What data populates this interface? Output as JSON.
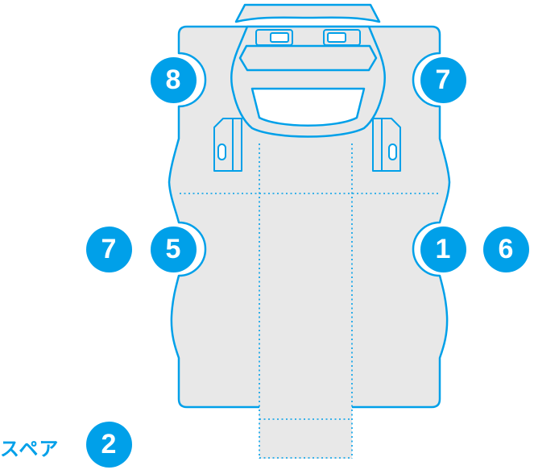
{
  "colors": {
    "accent": "#00a0e9",
    "shapeFill": "#e8e8e8",
    "glassFill": "#ffffff",
    "background": "#ffffff",
    "markerText": "#ffffff"
  },
  "markers": [
    {
      "id": "top-left",
      "label": "8"
    },
    {
      "id": "top-right",
      "label": "7"
    },
    {
      "id": "mid-left-outer",
      "label": "7"
    },
    {
      "id": "mid-left-inner",
      "label": "5"
    },
    {
      "id": "mid-right-inner",
      "label": "1"
    },
    {
      "id": "mid-right-outer",
      "label": "6"
    },
    {
      "id": "bottom-spare",
      "label": "2"
    }
  ],
  "labels": {
    "spare": "スペア"
  }
}
